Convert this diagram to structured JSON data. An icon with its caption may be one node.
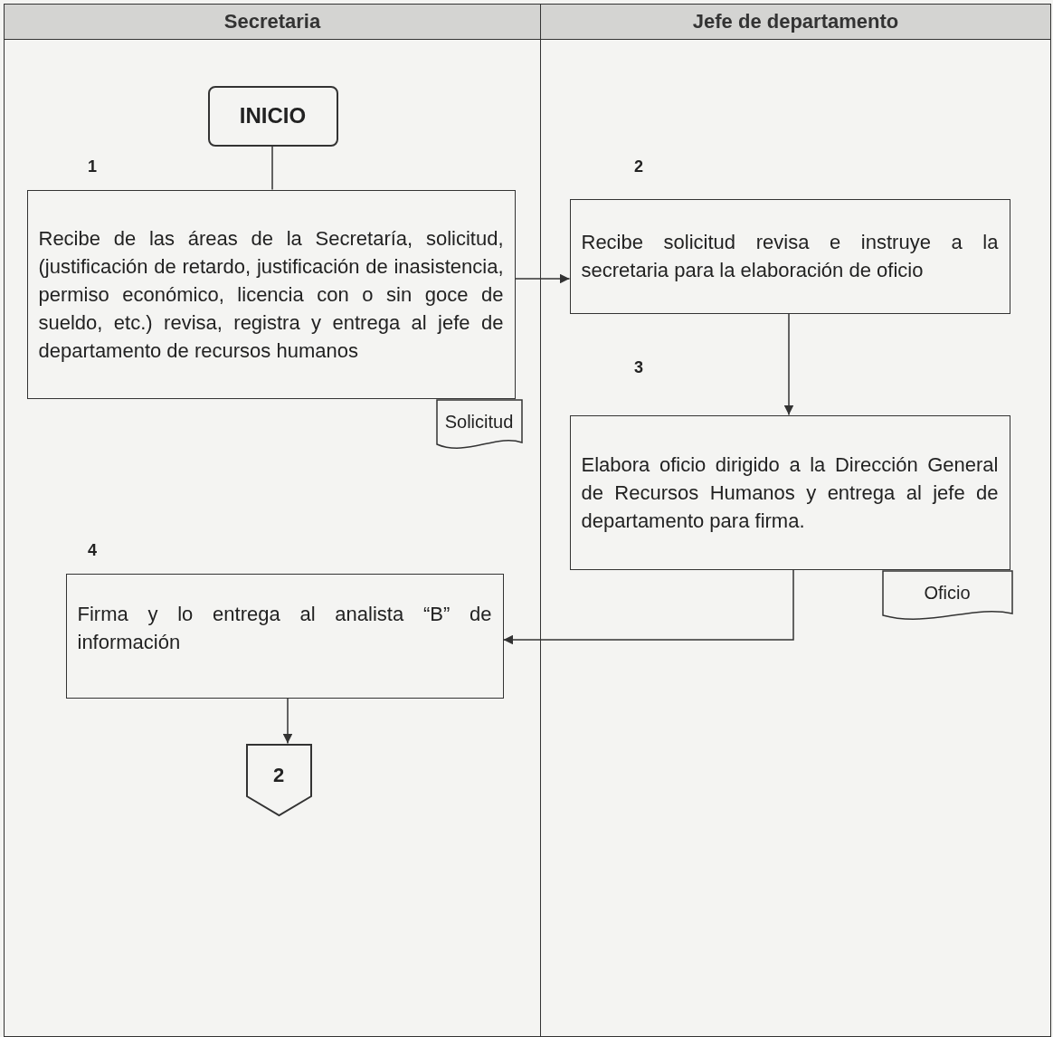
{
  "diagram": {
    "nodes": [
      {
        "text": [
          "Secretaria"
        ]
      },
      {
        "text": [
          "Jefe de departamento"
        ]
      },
      {
        "text": [
          "INICIO"
        ],
        "in": 0
      },
      {
        "text": [
          "Recibe de las áreas de la Secretaría, solicitud, (justificación de retardo, justificación de inasistencia, permiso económico, licencia con o sin goce de sueldo, etc.) revisa, registra y entrega al jefe de departamento de recursos humanos"
        ],
        "beside": [
          "1"
        ],
        "in": 0
      },
      {
        "text": [
          "Solicitud"
        ],
        "in": 0
      },
      {
        "text": [
          "Recibe solicitud revisa e instruye a la secretaria para la elaboración de oficio"
        ],
        "beside": [
          "2"
        ],
        "in": 1
      },
      {
        "text": [
          "Elabora oficio dirigido a la Dirección General de Recursos Humanos y entrega al jefe de departamento para firma."
        ],
        "beside": [
          "3"
        ],
        "in": 1
      },
      {
        "text": [
          "Oficio"
        ],
        "in": 1
      },
      {
        "text": [
          "Firma y lo entrega al analista “B” de información"
        ],
        "beside": [
          "4"
        ],
        "in": 0
      },
      {
        "text": [
          "2"
        ],
        "in": 0
      }
    ],
    "edges": [
      {
        "from": 2,
        "to": 3,
        "arrow": "none"
      },
      {
        "from": 3,
        "to": 5,
        "arrow": "to"
      },
      {
        "from": 5,
        "to": 6,
        "arrow": "to"
      },
      {
        "from": 6,
        "to": 8,
        "arrow": "to"
      },
      {
        "from": 8,
        "to": 9,
        "arrow": "to"
      }
    ]
  }
}
